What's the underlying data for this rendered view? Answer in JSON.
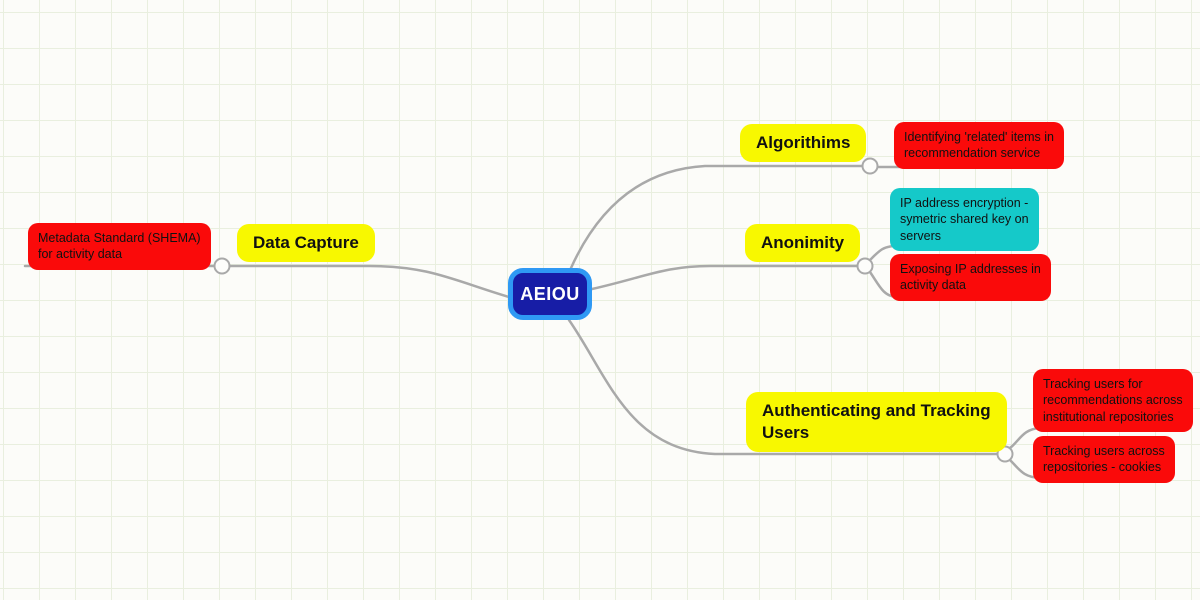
{
  "app": {
    "type": "mind-map-canvas"
  },
  "colors": {
    "background": "#fcfcf9",
    "grid": "#e9efdf",
    "connector": "#a9a9a9",
    "topic_yellow": "#f8f800",
    "note_red": "#fa0a0a",
    "note_teal": "#15c9c9",
    "root_fill": "#171da6",
    "root_border": "#2f99f4"
  },
  "root": {
    "label": "AEIOU"
  },
  "branches": [
    {
      "label": "Data Capture",
      "color": "#f8f800",
      "children": [
        {
          "label": "Metadata Standard (SHEMA)\nfor activity data",
          "color": "#fa0a0a"
        }
      ]
    },
    {
      "label": "Algorithims",
      "color": "#f8f800",
      "children": [
        {
          "label": "Identifying 'related' items in\nrecommendation service",
          "color": "#fa0a0a"
        }
      ]
    },
    {
      "label": "Anonimity",
      "color": "#f8f800",
      "children": [
        {
          "label": "IP address encryption -\nsymetric shared key on\nservers",
          "color": "#15c9c9"
        },
        {
          "label": "Exposing IP addresses in\nactivity data",
          "color": "#fa0a0a"
        }
      ]
    },
    {
      "label": "Authenticating and Tracking\nUsers",
      "color": "#f8f800",
      "children": [
        {
          "label": "Tracking users for\nrecommendations across\ninstitutional repositories",
          "color": "#fa0a0a"
        },
        {
          "label": "Tracking users across\nrepositories - cookies",
          "color": "#fa0a0a"
        }
      ]
    }
  ]
}
